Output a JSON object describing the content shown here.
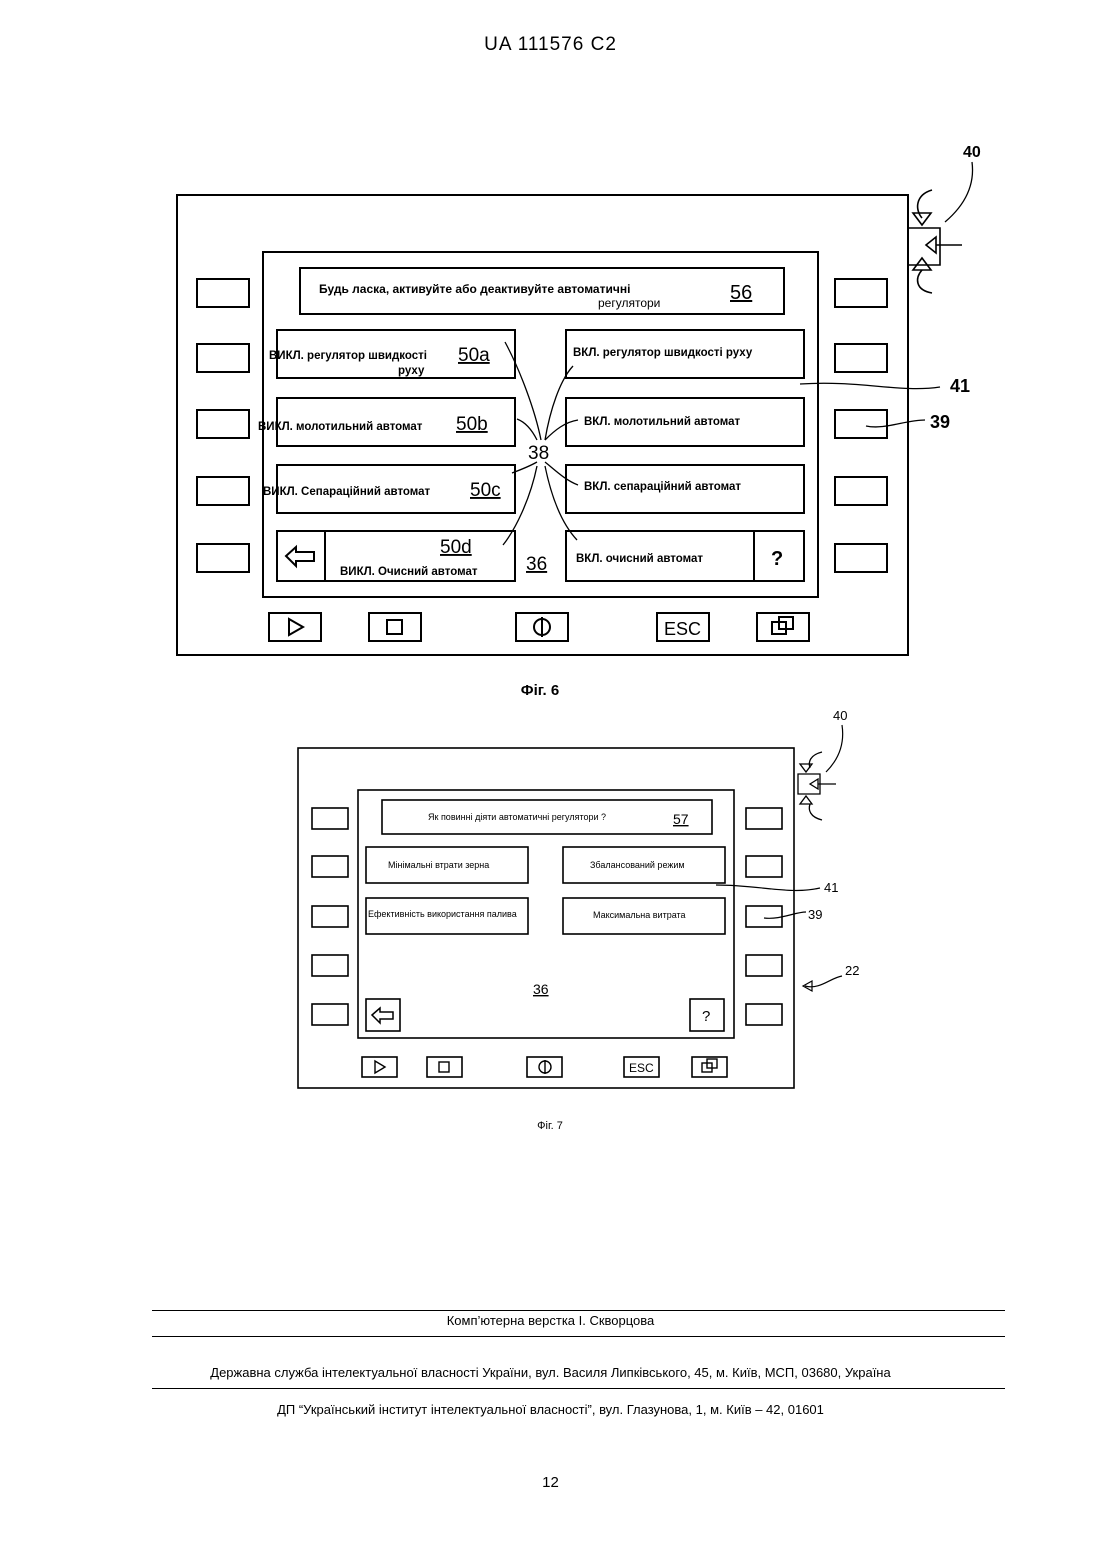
{
  "header": {
    "doc_number": "UA   111576   C2"
  },
  "fig6": {
    "caption": "Фіг. 6",
    "prompt_line1": "Будь ласка, активуйте або деактивуйте автоматичні",
    "prompt_line2": "регулятори",
    "ref_prompt": "56",
    "left_buttons": [
      {
        "label_line1": "ВИКЛ. регулятор швидкості",
        "label_line2": "руху",
        "ref": "50a"
      },
      {
        "label_line1": "ВИКЛ. молотильний автомат",
        "label_line2": "",
        "ref": "50b"
      },
      {
        "label_line1": "ВИКЛ. Сепараційний автомат",
        "label_line2": "",
        "ref": "50c"
      },
      {
        "label_line1": "ВИКЛ. Очисний автомат",
        "label_line2": "",
        "ref": "50d"
      }
    ],
    "right_buttons": [
      "ВКЛ. регулятор швидкості руху",
      "ВКЛ. молотильний автомат",
      "ВКЛ. сепараційний автомат",
      "ВКЛ. очисний автомат"
    ],
    "help_label": "?",
    "ref_center": "38",
    "ref_panel": "36",
    "ref_screen": "41",
    "ref_key": "39",
    "ref_rocker": "40",
    "bottom_keys": [
      "play-icon",
      "stop-icon",
      "power-icon",
      "ESC",
      "windows-icon"
    ],
    "esc_label": "ESC"
  },
  "fig7": {
    "caption": "Фіг. 7",
    "prompt": "Як повинні діяти автоматичні регулятори  ?",
    "ref_prompt": "57",
    "options": [
      "Мінімальні втрати зерна",
      "Збалансований режим",
      "Ефективність використання палива",
      "Максимальна витрата"
    ],
    "help_label": "?",
    "ref_panel": "36",
    "ref_screen": "41",
    "ref_key": "39",
    "ref_rocker": "40",
    "ref_device": "22",
    "esc_label": "ESC"
  },
  "footer": {
    "typesetting": "Комп’ютерна верстка І. Скворцова",
    "office": "Державна служба інтелектуальної власності України, вул. Василя Липківського, 45, м. Київ, МСП, 03680, Україна",
    "institute": "ДП “Український інститут інтелектуальної власності”, вул. Глазунова, 1, м. Київ – 42, 01601",
    "page_number": "12"
  }
}
